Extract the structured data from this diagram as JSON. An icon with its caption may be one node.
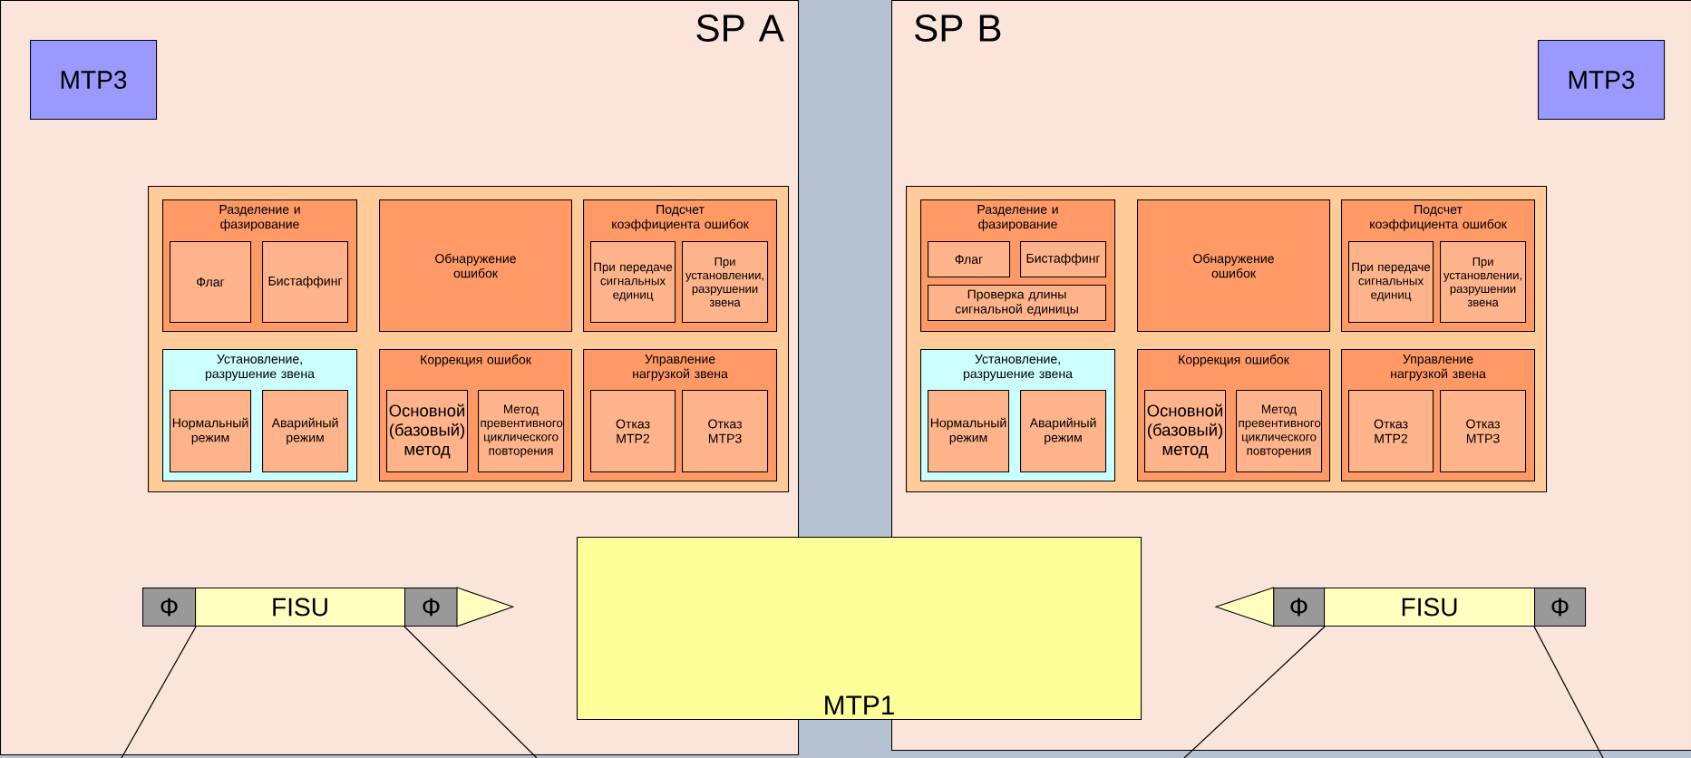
{
  "diagram": {
    "nodes": [
      {
        "text": [
          "SP A"
        ]
      },
      {
        "text": [
          "MTP3"
        ],
        "in": 0
      },
      {
        "text": [],
        "shape": "box",
        "in": 0
      },
      {
        "text": [
          "Разделение и фазирование"
        ],
        "in": 2
      },
      {
        "text": [
          "Флаг"
        ],
        "in": 3
      },
      {
        "text": [
          "Бистаффинг"
        ],
        "in": 3
      },
      {
        "text": [
          "Обнаружение ошибок"
        ],
        "in": 2
      },
      {
        "text": [
          "Подсчет коэффициента ошибок"
        ],
        "in": 2
      },
      {
        "text": [
          "При передаче сигнальных единиц"
        ],
        "in": 7
      },
      {
        "text": [
          "При установлении, разрушении звена"
        ],
        "in": 7
      },
      {
        "text": [
          "Установление, разрушение звена"
        ],
        "in": 2
      },
      {
        "text": [
          "Нормальный режим"
        ],
        "in": 10
      },
      {
        "text": [
          "Аварийный режим"
        ],
        "in": 10
      },
      {
        "text": [
          "Коррекция ошибок"
        ],
        "in": 2
      },
      {
        "text": [
          "Основной (базовый) метод"
        ],
        "in": 13
      },
      {
        "text": [
          "Метод превентивного циклического повторения"
        ],
        "in": 13
      },
      {
        "text": [
          "Управление нагрузкой звена"
        ],
        "in": 2
      },
      {
        "text": [
          "Отказ MTP2"
        ],
        "in": 16
      },
      {
        "text": [
          "Отказ MTP3"
        ],
        "in": 16
      },
      {
        "text": [
          "Ф"
        ],
        "in": 0
      },
      {
        "text": [
          "FISU"
        ],
        "in": 0
      },
      {
        "text": [
          "Ф"
        ],
        "in": 0
      },
      {
        "text": [
          "SP B"
        ]
      },
      {
        "text": [
          "MTP3"
        ],
        "in": 22
      },
      {
        "text": [],
        "shape": "box",
        "in": 22
      },
      {
        "text": [
          "Разделение и фазирование"
        ],
        "in": 24
      },
      {
        "text": [
          "Флаг"
        ],
        "in": 25
      },
      {
        "text": [
          "Бистаффинг"
        ],
        "in": 25
      },
      {
        "text": [
          "Проверка длины сигнальной единицы"
        ],
        "in": 25
      },
      {
        "text": [
          "Обнаружение ошибок"
        ],
        "in": 24
      },
      {
        "text": [
          "Подсчет коэффициента ошибок"
        ],
        "in": 24
      },
      {
        "text": [
          "При передаче сигнальных единиц"
        ],
        "in": 30
      },
      {
        "text": [
          "При установлении, разрушении звена"
        ],
        "in": 30
      },
      {
        "text": [
          "Установление, разрушение звена"
        ],
        "in": 24
      },
      {
        "text": [
          "Нормальный режим"
        ],
        "in": 33
      },
      {
        "text": [
          "Аварийный режим"
        ],
        "in": 33
      },
      {
        "text": [
          "Коррекция ошибок"
        ],
        "in": 24
      },
      {
        "text": [
          "Основной (базовый) метод"
        ],
        "in": 36
      },
      {
        "text": [
          "Метод превентивного циклического повторения"
        ],
        "in": 36
      },
      {
        "text": [
          "Управление нагрузкой звена"
        ],
        "in": 24
      },
      {
        "text": [
          "Отказ MTP2"
        ],
        "in": 39
      },
      {
        "text": [
          "Отказ MTP3"
        ],
        "in": 39
      },
      {
        "text": [
          "Ф"
        ],
        "in": 22
      },
      {
        "text": [
          "FISU"
        ],
        "in": 22
      },
      {
        "text": [
          "Ф"
        ],
        "in": 22
      },
      {
        "text": [
          "MTP1"
        ]
      },
      {
        "text": [],
        "shape": "triangle",
        "in": 0
      },
      {
        "text": [],
        "shape": "triangle",
        "in": 22
      }
    ],
    "edges": [
      {
        "from": 19,
        "to": null,
        "arrow": "none"
      },
      {
        "from": 21,
        "to": null,
        "arrow": "none"
      },
      {
        "from": 42,
        "to": null,
        "arrow": "none"
      },
      {
        "from": 44,
        "to": null,
        "arrow": "none"
      }
    ]
  }
}
